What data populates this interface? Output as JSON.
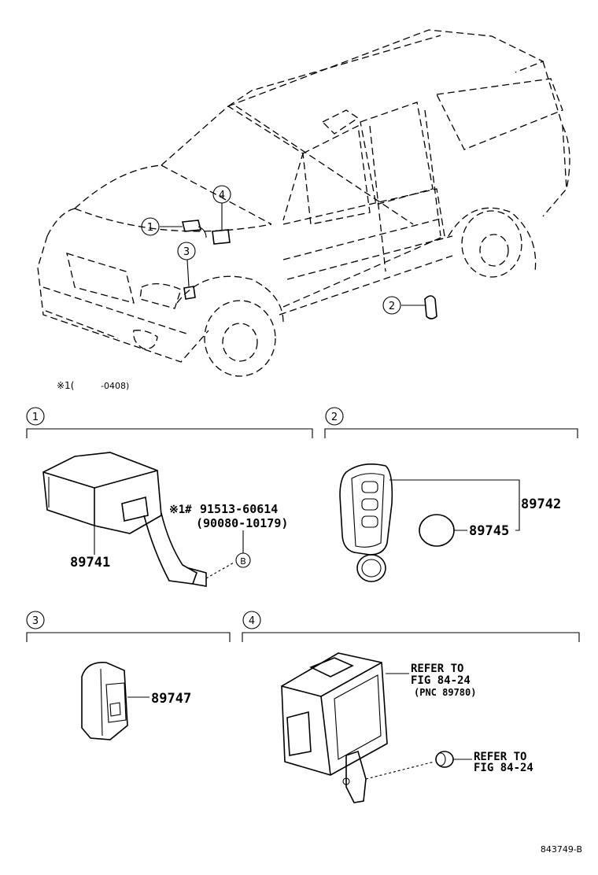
{
  "callouts": {
    "c1": "1",
    "c2": "2",
    "c3": "3",
    "c4": "4",
    "b": "B"
  },
  "note": {
    "mark": "※1(",
    "range": "-0408)"
  },
  "parts": {
    "p89741": "89741",
    "star_label": "※1#",
    "p91513": "91513-60614",
    "p90080": "(90080-10179)",
    "p89742": "89742",
    "p89745": "89745",
    "p89747": "89747"
  },
  "refs": {
    "ref1_line1": "REFER TO",
    "ref1_line2": "FIG 84-24",
    "ref1_line3": "(PNC 89780)",
    "ref2_line1": "REFER TO",
    "ref2_line2": "FIG 84-24"
  },
  "footer": {
    "code": "843749-B"
  }
}
